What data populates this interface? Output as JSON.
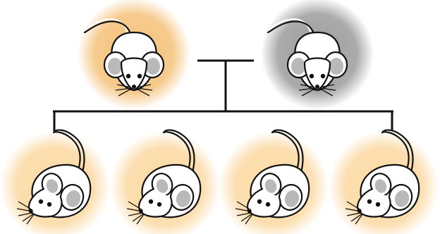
{
  "parents": [
    {
      "role": "parent",
      "glow_color": "#f5c27a",
      "facing": "front"
    },
    {
      "role": "parent",
      "glow_color": "#9c9c9c",
      "facing": "front"
    }
  ],
  "offspring": [
    {
      "role": "offspring",
      "glow_color": "#fbd9a2",
      "facing": "left"
    },
    {
      "role": "offspring",
      "glow_color": "#fbd9a2",
      "facing": "left"
    },
    {
      "role": "offspring",
      "glow_color": "#fbd9a2",
      "facing": "left"
    },
    {
      "role": "offspring",
      "glow_color": "#fbd9a2",
      "facing": "left"
    }
  ],
  "colors": {
    "mouse_body": "#ffffff",
    "mouse_outline": "#111111",
    "ear_inner": "#b9b9b9",
    "connector": "#111111"
  },
  "icons": {
    "parent": "mouse-front-icon",
    "offspring": "mouse-side-icon"
  }
}
